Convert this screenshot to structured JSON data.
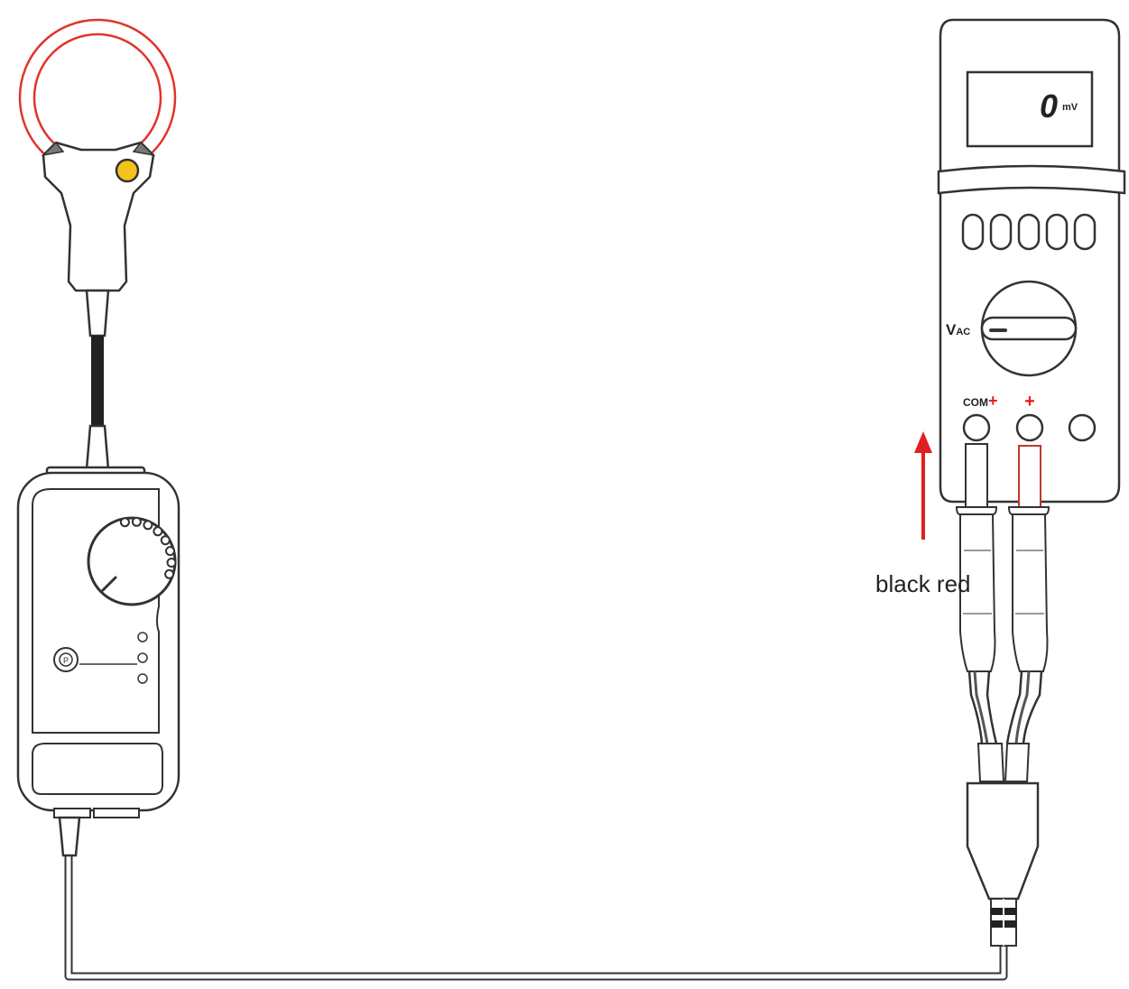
{
  "display": {
    "reading": "0",
    "unit": "mV"
  },
  "dial": {
    "mode_main": "V",
    "mode_sub": "AC"
  },
  "jacks": {
    "com_label": "COM",
    "com_plus": "+",
    "plus_label": "+"
  },
  "probe": {
    "button_label": "P"
  },
  "leads": {
    "label": "black red"
  },
  "colors": {
    "rogowski_coil": "#e0352b",
    "indicator": "#f4c21a",
    "arrow": "#e02020",
    "red_lead": "#c0392b",
    "outline": "#333333"
  }
}
